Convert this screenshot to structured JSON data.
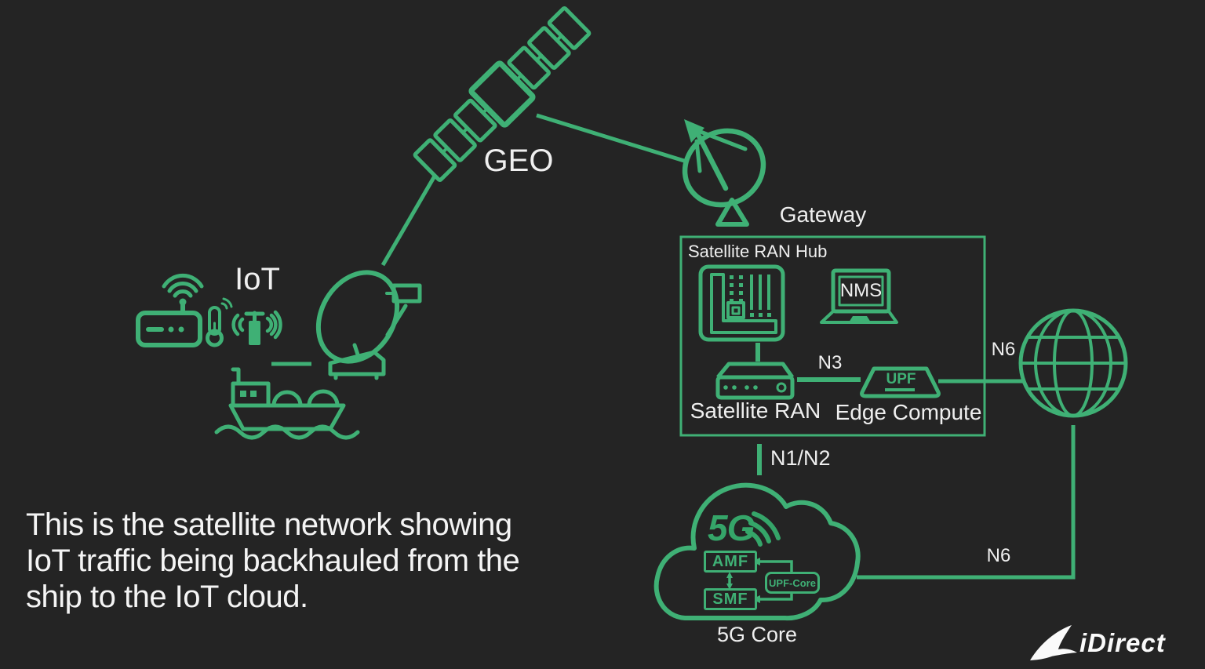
{
  "colors": {
    "accent_green": "#3FB075",
    "logo_green": "#35A569",
    "background": "#242424",
    "text_white": "#F2F2F2"
  },
  "satellite": {
    "label": "GEO"
  },
  "gateway": {
    "label": "Gateway"
  },
  "hub": {
    "title": "Satellite RAN Hub",
    "nms_label": "NMS",
    "ran_label": "Satellite RAN",
    "edge_label": "Edge Compute",
    "upf_label": "UPF"
  },
  "interfaces": {
    "n3": "N3",
    "n6_internet": "N6",
    "n6_core": "N6",
    "n1n2": "N1/N2"
  },
  "core": {
    "logo": "5G",
    "amf": "AMF",
    "smf": "SMF",
    "upf_core": "UPF-Core",
    "label": "5G Core"
  },
  "iot": {
    "label": "IoT"
  },
  "caption": {
    "line1": "This is the satellite network showing",
    "line2": "IoT traffic being backhauled from the",
    "line3": "ship to the IoT cloud."
  },
  "branding": {
    "name": "iDirect"
  }
}
